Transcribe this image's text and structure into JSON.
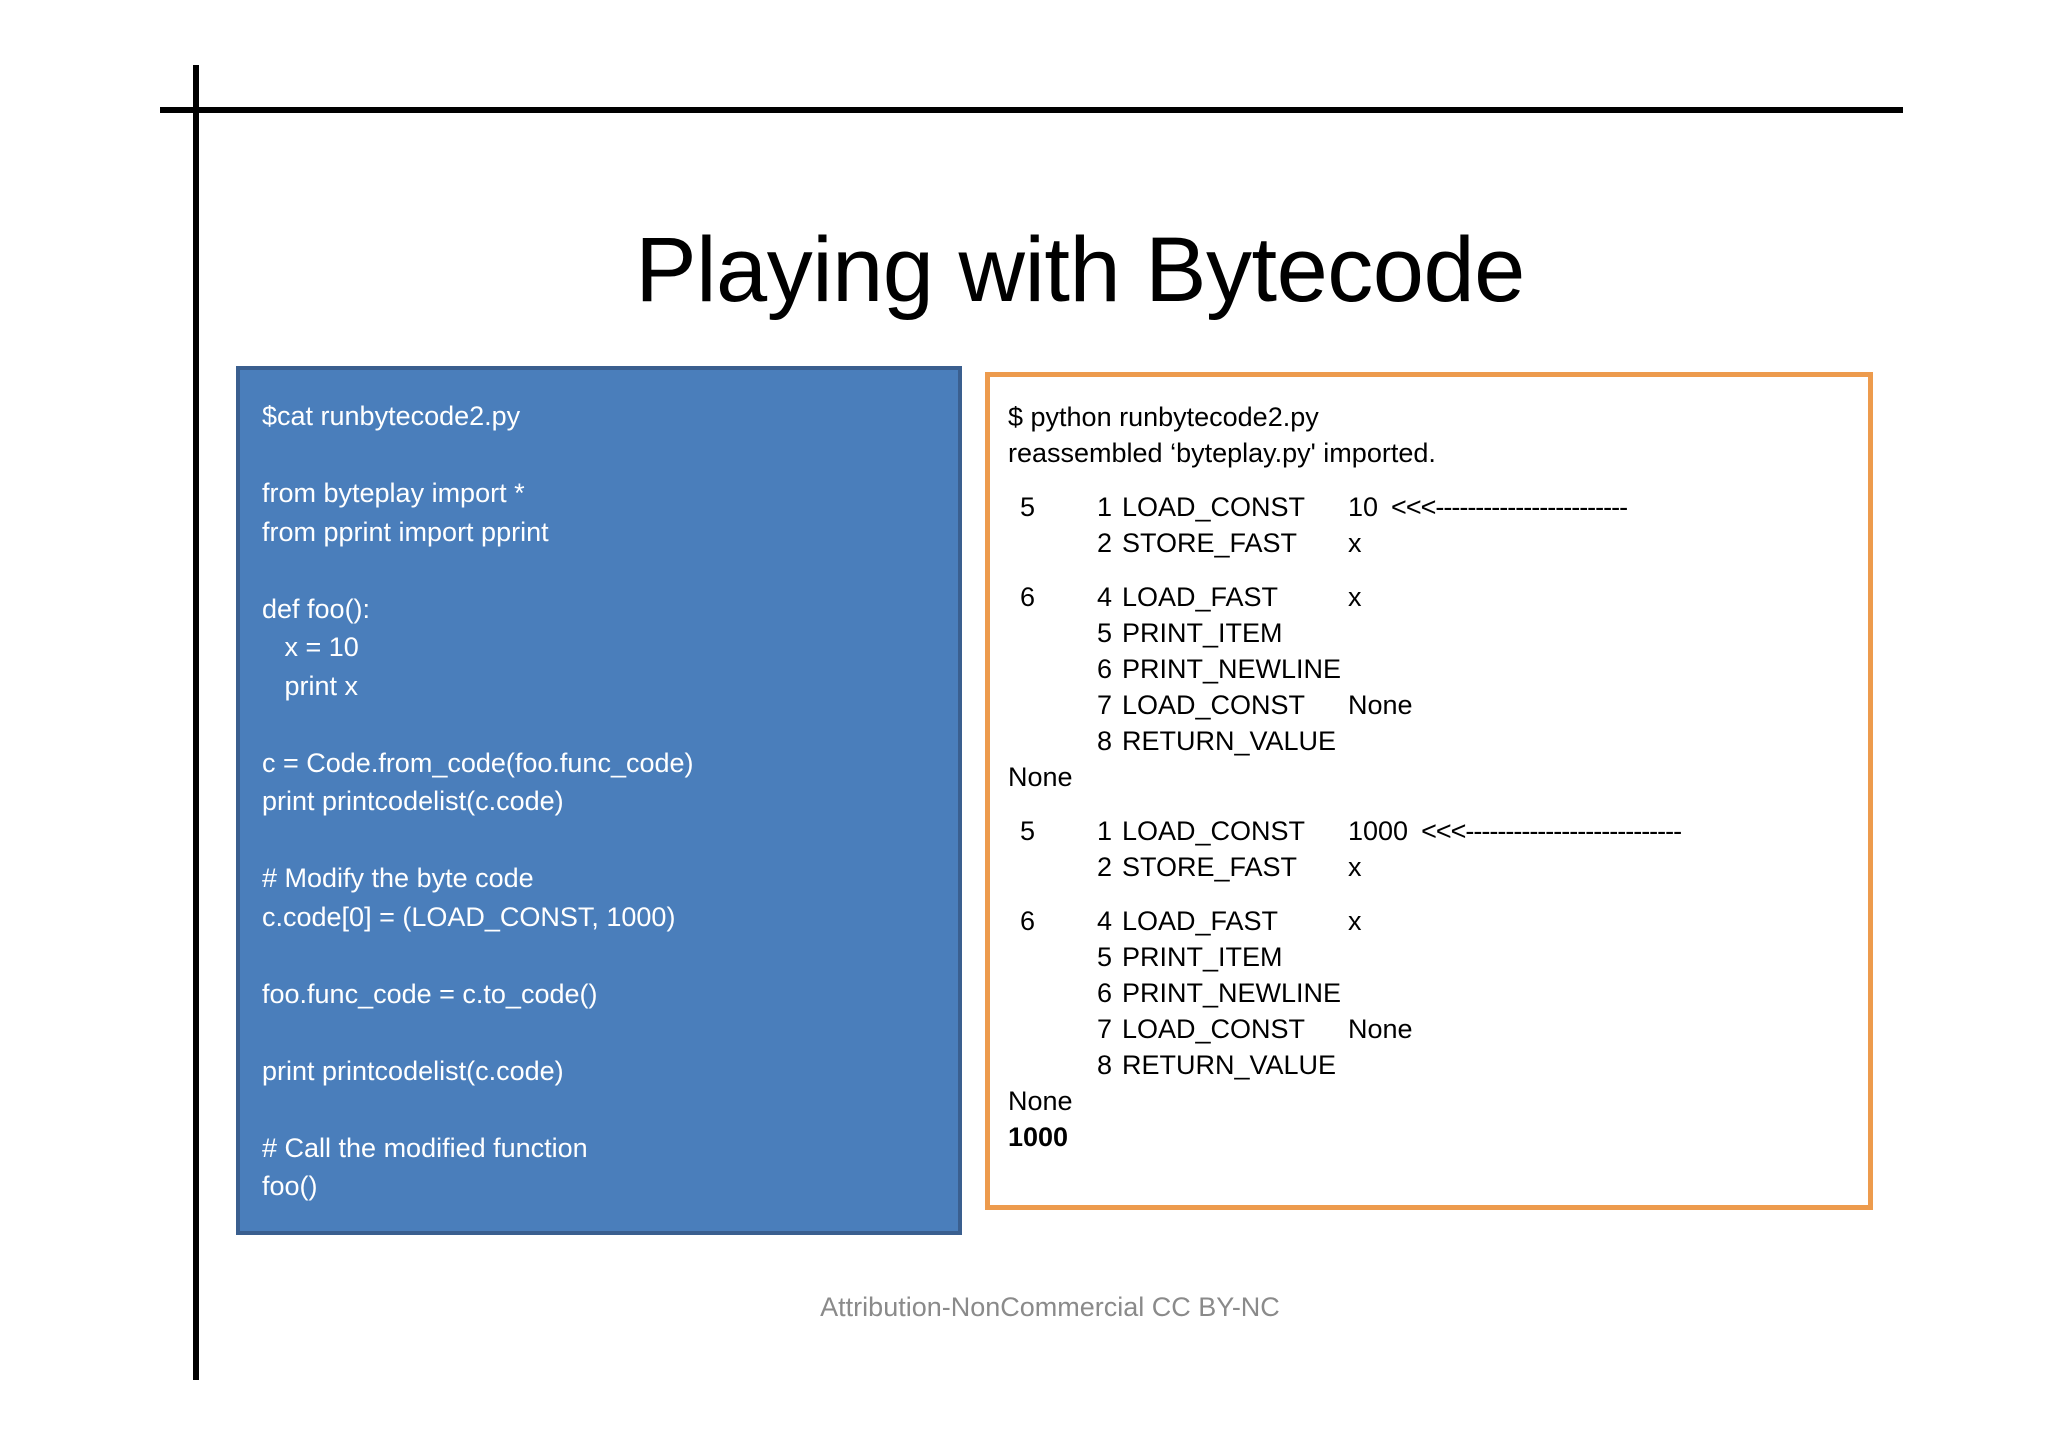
{
  "slide": {
    "title": "Playing with Bytecode",
    "footer": "Attribution-NonCommercial CC BY-NC",
    "accent_blue": "#4A7EBB",
    "accent_blue_border": "#3A5F8F",
    "accent_orange": "#ED9B4D",
    "footer_color": "#8A8A8A"
  },
  "code_panel": {
    "lines": [
      "$cat runbytecode2.py",
      "",
      "from byteplay import *",
      "from pprint import pprint",
      "",
      "def foo():",
      "   x = 10",
      "   print x",
      "",
      "c = Code.from_code(foo.func_code)",
      "print printcodelist(c.code)",
      "",
      "# Modify the byte code",
      "c.code[0] = (LOAD_CONST, 1000)",
      "",
      "foo.func_code = c.to_code()",
      "",
      "print printcodelist(c.code)",
      "",
      "# Call the modified function",
      "foo()"
    ]
  },
  "output_panel": {
    "header": [
      "$ python runbytecode2.py",
      "reassembled ‘byteplay.py' imported."
    ],
    "rows": [
      {
        "kind": "blank"
      },
      {
        "kind": "instr",
        "lineno": "5",
        "offset": "1",
        "opname": "LOAD_CONST",
        "arg": "10",
        "arrow": "<<<------------------------"
      },
      {
        "kind": "instr",
        "lineno": "",
        "offset": "2",
        "opname": "STORE_FAST",
        "arg": "x",
        "arrow": ""
      },
      {
        "kind": "blank"
      },
      {
        "kind": "instr",
        "lineno": "6",
        "offset": "4",
        "opname": "LOAD_FAST",
        "arg": "x",
        "arrow": ""
      },
      {
        "kind": "instr",
        "lineno": "",
        "offset": "5",
        "opname": "PRINT_ITEM",
        "arg": "",
        "arrow": ""
      },
      {
        "kind": "instr",
        "lineno": "",
        "offset": "6",
        "opname": "PRINT_NEWLINE",
        "arg": "",
        "arrow": ""
      },
      {
        "kind": "instr",
        "lineno": "",
        "offset": "7",
        "opname": "LOAD_CONST",
        "arg": "None",
        "arrow": ""
      },
      {
        "kind": "instr",
        "lineno": "",
        "offset": "8",
        "opname": "RETURN_VALUE",
        "arg": "",
        "arrow": ""
      },
      {
        "kind": "plain",
        "text": "None"
      },
      {
        "kind": "blank"
      },
      {
        "kind": "instr",
        "lineno": "5",
        "offset": "1",
        "opname": "LOAD_CONST",
        "arg": "1000",
        "arrow": "<<<---------------------------"
      },
      {
        "kind": "instr",
        "lineno": "",
        "offset": "2",
        "opname": "STORE_FAST",
        "arg": "x",
        "arrow": ""
      },
      {
        "kind": "blank"
      },
      {
        "kind": "instr",
        "lineno": "6",
        "offset": "4",
        "opname": "LOAD_FAST",
        "arg": "x",
        "arrow": ""
      },
      {
        "kind": "instr",
        "lineno": "",
        "offset": "5",
        "opname": "PRINT_ITEM",
        "arg": "",
        "arrow": ""
      },
      {
        "kind": "instr",
        "lineno": "",
        "offset": "6",
        "opname": "PRINT_NEWLINE",
        "arg": "",
        "arrow": ""
      },
      {
        "kind": "instr",
        "lineno": "",
        "offset": "7",
        "opname": "LOAD_CONST",
        "arg": "None",
        "arrow": ""
      },
      {
        "kind": "instr",
        "lineno": "",
        "offset": "8",
        "opname": "RETURN_VALUE",
        "arg": "",
        "arrow": ""
      },
      {
        "kind": "plain",
        "text": "None"
      },
      {
        "kind": "plain",
        "text": "1000",
        "bold": true
      }
    ]
  }
}
